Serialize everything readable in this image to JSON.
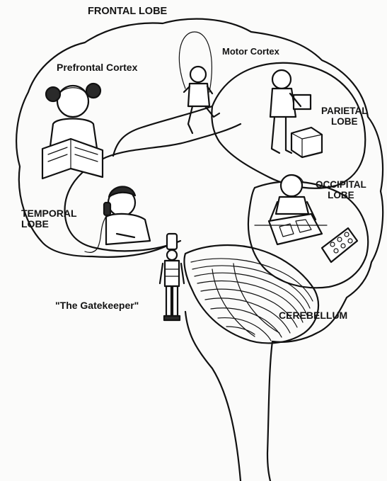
{
  "labels": {
    "frontal_lobe": "FRONTAL LOBE",
    "motor_cortex": "Motor Cortex",
    "prefrontal_cortex": "Prefrontal Cortex",
    "parietal_lobe": [
      "PARIETAL",
      "LOBE"
    ],
    "occipital_lobe": [
      "OCCIPITAL",
      "LOBE"
    ],
    "temporal_lobe": [
      "TEMPORAL",
      "LOBE"
    ],
    "gatekeeper": "\"The Gatekeeper\"",
    "cerebellum": "CEREBELLUM"
  },
  "figures": {
    "prefrontal": "girl-reading-book",
    "motor": "child-jumping-rope",
    "parietal": "child-stacking-blocks",
    "occipital": "girl-doing-puzzle",
    "temporal": "boy-on-telephone",
    "gatekeeper": "toy-soldier"
  },
  "colors": {
    "ink": "#111111",
    "paper": "#fbfbfa",
    "label": "#141414"
  }
}
